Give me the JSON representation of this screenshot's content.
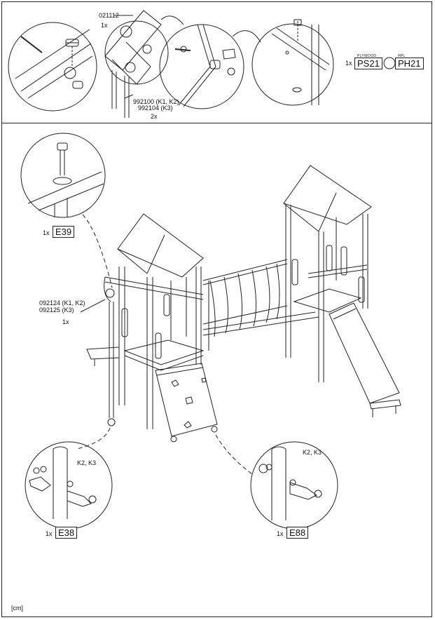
{
  "top": {
    "part_021112": "021112",
    "qty_021112": "1x",
    "part_992100": "992100 (K1, K2)",
    "part_992104": "992104 (K3)",
    "qty_992100": "2x",
    "board_qty": "1x",
    "plywood_label": "PLYWOOD",
    "plywood_code": "PS21",
    "hpl_label": "HPL",
    "hpl_code": "PH21"
  },
  "main": {
    "e39_qty": "1x",
    "e39_code": "E39",
    "part_092124": "092124 (K1, K2)",
    "part_092125": "092125 (K3)",
    "qty_092124": "1x",
    "left_kits": "K2, K3",
    "right_kits": "K2, K3",
    "e38_qty": "1x",
    "e38_code": "E38",
    "e88_qty": "1x",
    "e88_code": "E88",
    "unit": "[cm]"
  }
}
